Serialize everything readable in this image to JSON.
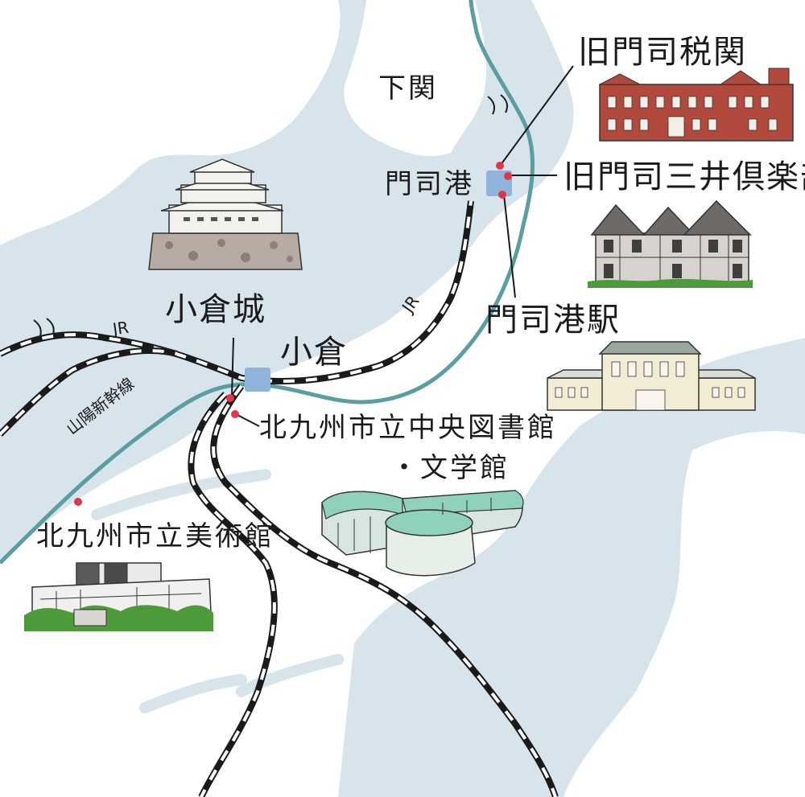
{
  "colors": {
    "sea": "#d7e4ec",
    "land": "#ffffff",
    "shinkansen": "#5a9ea1",
    "station": "#8fb3da",
    "poi": "#e0364a",
    "ink": "#1a1a1a"
  },
  "labels": {
    "shimonoseki": "下関",
    "mojiko": "門司港",
    "kokura": "小倉",
    "kokura_castle": "小倉城",
    "jr_east": "JR",
    "jr_west": "JR",
    "sanyo_shinkansen": "山陽新幹線",
    "mojiko_station": "門司港駅",
    "old_moji_customs": "旧門司税関",
    "old_moji_mitsui_club": "旧門司三井倶楽部",
    "library_line1": "北九州市立中央図書館",
    "library_line2": "・文学館",
    "art_museum": "北九州市立美術館"
  },
  "icons": [
    "kokura-castle-illustration",
    "old-moji-customs-illustration",
    "mitsui-club-illustration",
    "mojiko-station-illustration",
    "library-illustration",
    "art-museum-illustration"
  ]
}
